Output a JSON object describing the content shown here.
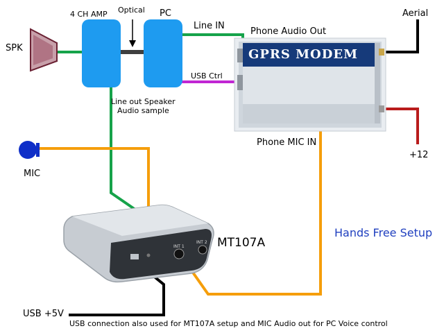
{
  "labels": {
    "amp": "4 CH AMP",
    "optical": "Optical",
    "pc": "PC",
    "line_in": "Line IN",
    "phone_audio_out": "Phone Audio Out",
    "aerial": "Aerial",
    "spk": "SPK",
    "usb_ctrl": "USB Ctrl",
    "modem_title": "GPRS MODEM",
    "line_out": "Line out Speaker\nAudio sample",
    "mic": "MIC",
    "phone_mic_in": "Phone MIC IN",
    "plus12": "+12",
    "hands_free": "Hands Free Setup",
    "mt107a": "MT107A",
    "usb_5v": "USB +5V",
    "footer": "USB connection also used for MT107A setup and MIC Audio out for PC Voice control",
    "device_port1": "INT 1",
    "device_port2": "INT 2"
  },
  "colors": {
    "box_blue": "#1e9bf0",
    "wire_green": "#16a34a",
    "wire_orange": "#f59e0b",
    "wire_magenta": "#c026d3",
    "wire_black": "#000000",
    "wire_red": "#b91c1c",
    "title_blue": "#1f3fbf"
  }
}
